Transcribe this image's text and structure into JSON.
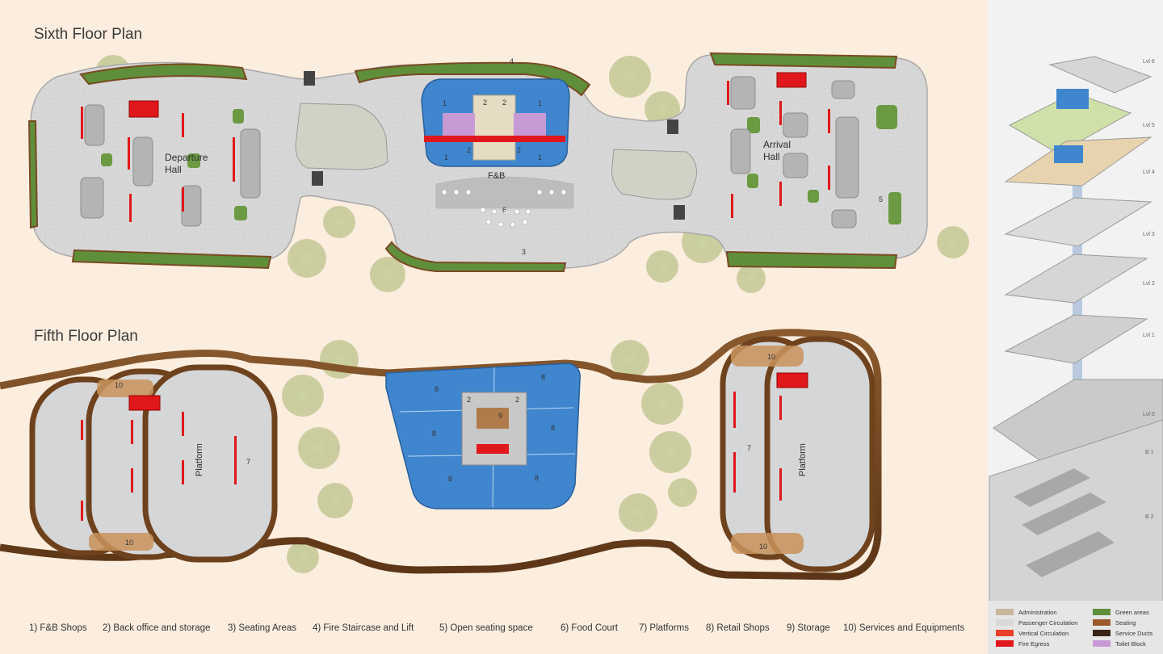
{
  "titles": {
    "sixth": "Sixth Floor Plan",
    "fifth": "Fifth Floor Plan"
  },
  "sixth_floor": {
    "departure": [
      "Departure",
      "Hall"
    ],
    "arrival": [
      "Arrival",
      "Hall"
    ],
    "fb": "F&B",
    "numbers": [
      "1",
      "2",
      "3",
      "4",
      "5",
      "6"
    ]
  },
  "fifth_floor": {
    "platform": "Platform",
    "numbers": [
      "2",
      "7",
      "8",
      "9",
      "10"
    ]
  },
  "legend": [
    "1) F&B Shops",
    "2) Back office and storage",
    "3) Seating Areas",
    "4) Fire Staircase and Lift",
    "5) Open seating space",
    "6) Food Court",
    "7) Platforms",
    "8) Retail Shops",
    "9) Storage",
    "10) Services and Equipments"
  ],
  "levels": [
    "Lvl 6",
    "Lvl 5",
    "Lvl 4",
    "Lvl 3",
    "Lvl 2",
    "Lvl 1",
    "Lvl 0",
    "B 1",
    "B 2"
  ],
  "key": [
    {
      "label": "Administration",
      "color": "#c9b79c"
    },
    {
      "label": "Passenger Circulation",
      "color": "#d9d9d9"
    },
    {
      "label": "Vertical Circulation",
      "color": "#e8402a"
    },
    {
      "label": "Fire Egress",
      "color": "#e0181b"
    },
    {
      "label": "Green areas",
      "color": "#5f8f3a"
    },
    {
      "label": "Seating",
      "color": "#9c5a2c"
    },
    {
      "label": "Service Ducts",
      "color": "#3a2418"
    },
    {
      "label": "Toilet Block",
      "color": "#c79ad6"
    }
  ],
  "colors": {
    "background": "#fbeedf",
    "floor": "#d6d6d6",
    "green": "#5f8f3a",
    "wood": "#7a4a24",
    "water_blue": "#3f86cf",
    "red": "#e0181b"
  }
}
